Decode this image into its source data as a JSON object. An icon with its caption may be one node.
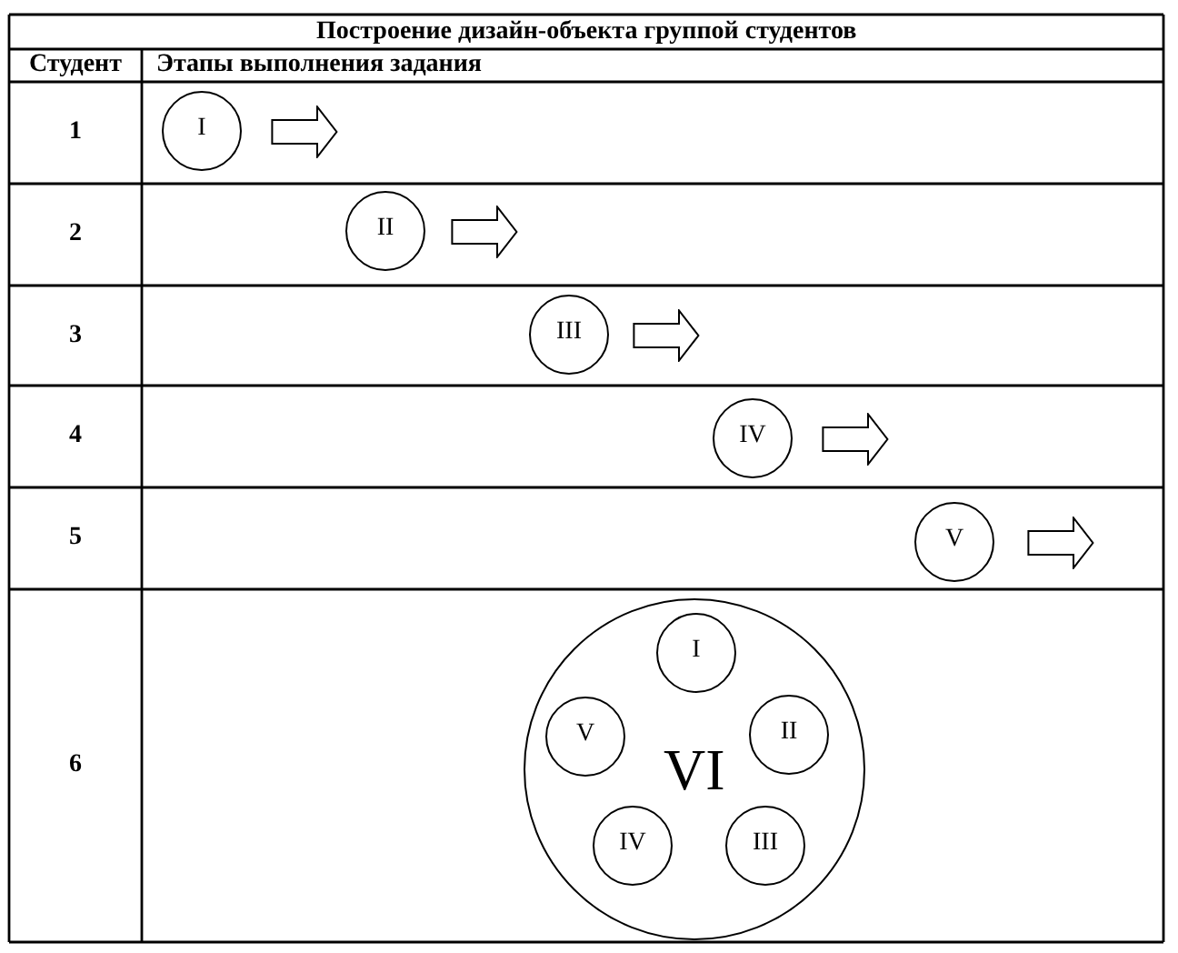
{
  "diagram": {
    "title": "Построение дизайн-объекта группой студентов",
    "nodes": [
      {
        "text": [
          "I"
        ]
      },
      {
        "text": [
          "II"
        ]
      },
      {
        "text": [
          "III"
        ]
      },
      {
        "text": [
          "IV"
        ]
      },
      {
        "text": [
          "V"
        ]
      },
      {
        "text": [
          "VI"
        ]
      },
      {
        "text": [
          "I"
        ],
        "in": 5
      },
      {
        "text": [
          "V"
        ],
        "in": 5
      },
      {
        "text": [
          "II"
        ],
        "in": 5
      },
      {
        "text": [
          "IV"
        ],
        "in": 5
      },
      {
        "text": [
          "III"
        ],
        "in": 5
      }
    ],
    "labels": [
      "Студент",
      "Этапы выполнения задания",
      "1",
      "2",
      "3",
      "4",
      "5",
      "6"
    ]
  }
}
